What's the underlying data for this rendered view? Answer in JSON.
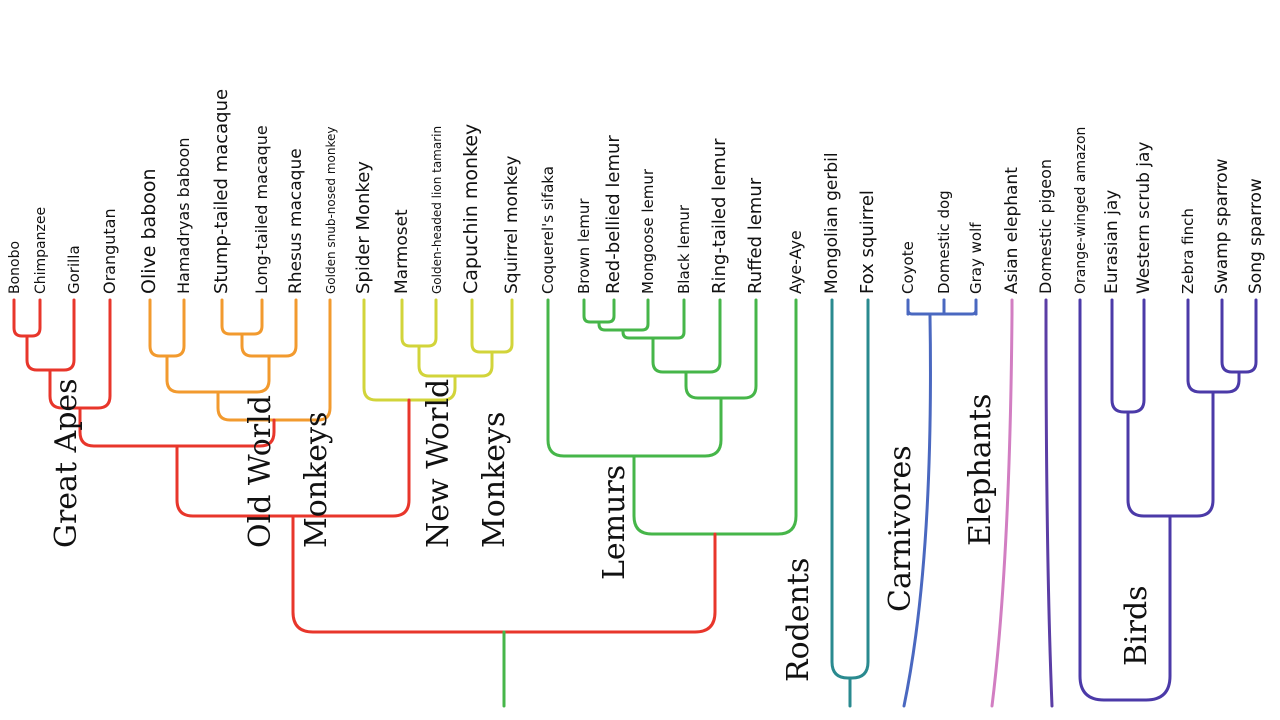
{
  "colors": {
    "great_apes": "#e8362b",
    "old_world": "#f29a2e",
    "new_world": "#d2d43a",
    "lemurs": "#46b649",
    "lemurs_deep": "#2f8f4a",
    "rodents": "#2a8a8f",
    "carnivores": "#4a68c0",
    "elephants": "#d27ec2",
    "pigeon": "#5b3ea5",
    "birds": "#4b3aa8"
  },
  "species": [
    {
      "name": "Bonobo"
    },
    {
      "name": "Chimpanzee"
    },
    {
      "name": "Gorilla"
    },
    {
      "name": "Orangutan"
    },
    {
      "name": "Olive baboon"
    },
    {
      "name": "Hamadryas baboon"
    },
    {
      "name": "Stump-tailed macaque"
    },
    {
      "name": "Long-tailed macaque"
    },
    {
      "name": "Rhesus macaque"
    },
    {
      "name": "Golden snub-nosed monkey"
    },
    {
      "name": "Spider Monkey"
    },
    {
      "name": "Marmoset"
    },
    {
      "name": "Golden-headed lion tamarin"
    },
    {
      "name": "Capuchin monkey"
    },
    {
      "name": "Squirrel monkey"
    },
    {
      "name": "Coquerel's sifaka"
    },
    {
      "name": "Brown lemur"
    },
    {
      "name": "Red-bellied lemur"
    },
    {
      "name": "Mongoose lemur"
    },
    {
      "name": "Black lemur"
    },
    {
      "name": "Ring-tailed lemur"
    },
    {
      "name": "Ruffed lemur"
    },
    {
      "name": "Aye-Aye"
    },
    {
      "name": "Mongolian gerbil"
    },
    {
      "name": "Fox squirrel"
    },
    {
      "name": "Coyote"
    },
    {
      "name": "Domestic dog"
    },
    {
      "name": "Gray wolf"
    },
    {
      "name": "Asian elephant"
    },
    {
      "name": "Domestic pigeon"
    },
    {
      "name": "Orange-winged amazon"
    },
    {
      "name": "Eurasian jay"
    },
    {
      "name": "Western scrub jay"
    },
    {
      "name": "Zebra finch"
    },
    {
      "name": "Swamp sparrow"
    },
    {
      "name": "Song sparrow"
    }
  ],
  "groups": [
    {
      "label": "Great Apes"
    },
    {
      "label": "Old World Monkeys"
    },
    {
      "label": "New World Monkeys"
    },
    {
      "label": "Lemurs"
    },
    {
      "label": "Rodents"
    },
    {
      "label": "Carnivores"
    },
    {
      "label": "Elephants"
    },
    {
      "label": "Birds"
    }
  ]
}
